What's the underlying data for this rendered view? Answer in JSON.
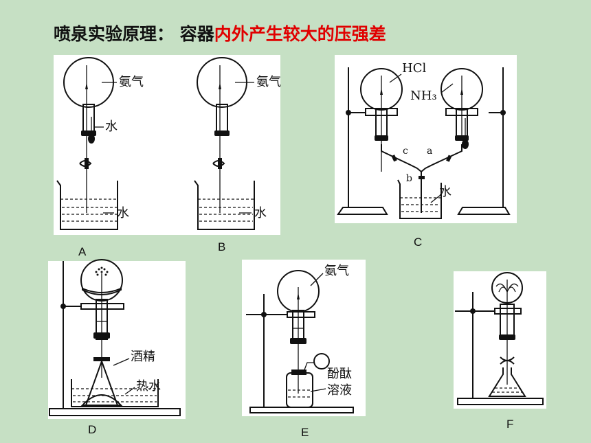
{
  "title": {
    "prefix": "喷泉实验原理：  容器",
    "highlight": "内外产生较大的压强差",
    "prefix_color": "#111111",
    "highlight_color": "#e00000"
  },
  "background_color": "#c6e0c4",
  "figures": {
    "A": {
      "caption": "A",
      "flask_label": "氨气",
      "dropper_label": "水",
      "beaker_label": "水"
    },
    "B": {
      "caption": "B",
      "flask_label": "氨气",
      "beaker_label": "水"
    },
    "C": {
      "caption": "C",
      "left_flask_label": "HCl",
      "right_flask_label": "NH₃",
      "clamp_c": "c",
      "clamp_a": "a",
      "clamp_b": "b",
      "beaker_label": "水"
    },
    "D": {
      "caption": "D",
      "lamp_label": "酒精",
      "bath_label": "热水"
    },
    "E": {
      "caption": "E",
      "flask_label": "氨气",
      "bottle_label_line1": "酚酞",
      "bottle_label_line2": "溶液"
    },
    "F": {
      "caption": "F"
    }
  }
}
